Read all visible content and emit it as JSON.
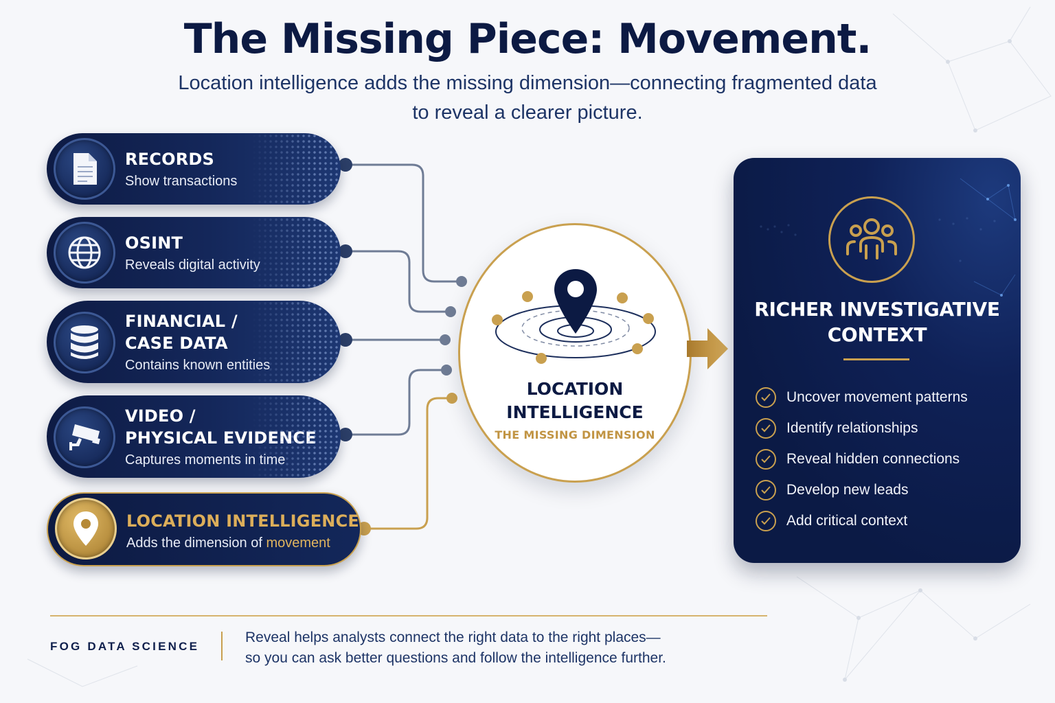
{
  "title": "The Missing Piece: Movement.",
  "subtitle": {
    "line1": "Location intelligence adds the missing dimension—connecting fragmented data",
    "line2": "to reveal a clearer picture."
  },
  "sources": [
    {
      "heading_line1": "RECORDS",
      "heading_line2": "",
      "description": "Show transactions",
      "icon": "document-icon"
    },
    {
      "heading_line1": "OSINT",
      "heading_line2": "",
      "description": "Reveals digital activity",
      "icon": "globe-icon"
    },
    {
      "heading_line1": "FINANCIAL /",
      "heading_line2": "CASE DATA",
      "description": "Contains known entities",
      "icon": "database-icon"
    },
    {
      "heading_line1": "VIDEO /",
      "heading_line2": "PHYSICAL EVIDENCE",
      "description": "Captures moments in time",
      "icon": "camera-icon"
    }
  ],
  "location_source": {
    "heading": "LOCATION INTELLIGENCE",
    "description_prefix": "Adds the dimension of",
    "description_highlight": "movement",
    "icon": "map-pin-icon"
  },
  "hub": {
    "title_line1": "LOCATION",
    "title_line2": "INTELLIGENCE",
    "subtitle": "THE MISSING DIMENSION",
    "icon": "map-pin-icon"
  },
  "context": {
    "title_line1": "RICHER INVESTIGATIVE",
    "title_line2": "CONTEXT",
    "icon": "people-group-icon",
    "items": [
      "Uncover movement patterns",
      "Identify relationships",
      "Reveal hidden connections",
      "Develop new leads",
      "Add critical context"
    ]
  },
  "footer": {
    "brand": "FOG DATA SCIENCE",
    "line1": "Reveal helps analysts connect the right data to the right places—",
    "line2": "so you can ask better questions and follow the intelligence further."
  },
  "colors": {
    "navy": "#0e1b44",
    "gold": "#c9a04f",
    "connector_gray": "#6f7c95",
    "background": "#f6f7fa"
  }
}
